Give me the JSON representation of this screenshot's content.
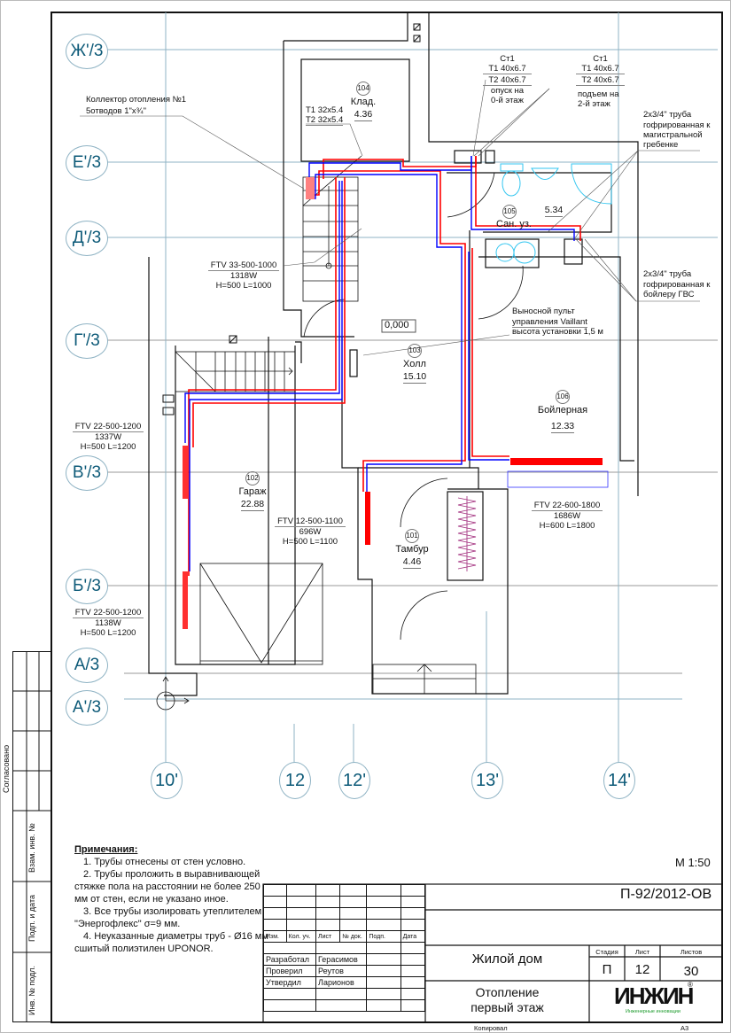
{
  "drawing": {
    "type": "floor-plan-heating",
    "scale": "М 1:50",
    "elevation_mark": "0,000",
    "colors": {
      "supply_pipe": "#ff0000",
      "return_pipe": "#0000ff",
      "grid_axis": "#8fb3c4",
      "axis_text": "#0d5a78",
      "fixtures": "#33c6f0",
      "heater_hatch": "#a0287a",
      "logo_green": "#1a9a2a"
    }
  },
  "grid_axes": {
    "horizontal": [
      "Ж'/3",
      "Е'/3",
      "Д'/3",
      "Г'/3",
      "В'/3",
      "Б'/3",
      "А/3",
      "А'/3"
    ],
    "vertical": [
      "10'",
      "12",
      "12'",
      "13'",
      "14'"
    ]
  },
  "rooms": [
    {
      "num": "101",
      "name": "Тамбур",
      "area": "4.46"
    },
    {
      "num": "102",
      "name": "Гараж",
      "area": "22.88"
    },
    {
      "num": "103",
      "name": "Холл",
      "area": "15.10"
    },
    {
      "num": "104",
      "name": "Клад.",
      "area": "4.36"
    },
    {
      "num": "105",
      "name": "Сан. уз.",
      "area": "5.34"
    },
    {
      "num": "106",
      "name": "Бойлерная",
      "area": "12.33"
    }
  ],
  "annotations": {
    "collector": [
      "Коллектор отопления №1",
      "5отводов 1\"х¾\""
    ],
    "pipes_104": [
      "Т1 32х5.4",
      "Т2 32х5.4"
    ],
    "st1_down": [
      "Ст1",
      "Т1 40х6.7",
      "Т2 40х6.7",
      "опуск на",
      "0-й этаж"
    ],
    "st1_up": [
      "Ст1",
      "Т1 40х6.7",
      "Т2 40х6.7",
      "подъем на",
      "2-й этаж"
    ],
    "corrugated_main": [
      "2х3/4\" труба",
      "гофрированная к",
      "магистральной",
      "гребенке"
    ],
    "corrugated_boiler": [
      "2х3/4\" труба",
      "гофрированная к",
      "бойлеру ГВС"
    ],
    "vaillant": [
      "Выносной пульт",
      "управления Vaillant",
      "высота установки 1,5 м"
    ]
  },
  "radiators": [
    {
      "model": "FTV 33-500-1000",
      "power": "1318W",
      "dims": "H=500 L=1000"
    },
    {
      "model": "FTV 22-500-1200",
      "power": "1337W",
      "dims": "H=500 L=1200"
    },
    {
      "model": "FTV 12-500-1100",
      "power": "696W",
      "dims": "H=500 L=1100"
    },
    {
      "model": "FTV 22-600-1800",
      "power": "1686W",
      "dims": "H=600 L=1800"
    },
    {
      "model": "FTV 22-500-1200",
      "power": "1138W",
      "dims": "H=500 L=1200"
    }
  ],
  "notes": {
    "title": "Примечания:",
    "items": [
      "1. Трубы отнесены от стен условно.",
      "2. Трубы проложить в выравнивающей стяжке  пола на расстоянии не более 250 мм от стен, если не указано иное.",
      "3. Все трубы изолировать утеплителем \"Энергофлекс\" σ=9 мм.",
      "4. Неуказанные диаметры труб - Ø16 мм сшитый полиэтилен UPONOR."
    ]
  },
  "left_strip": {
    "agreed": "Согласовано",
    "inv_replace": "Взам. инв. №",
    "sign_date": "Подп. и дата",
    "inv_orig": "Инв. № подл."
  },
  "title_block": {
    "doc_code": "П-92/2012-ОВ",
    "rev_headers": [
      "Изм.",
      "Кол. уч.",
      "Лист",
      "№ док.",
      "Подп.",
      "Дата"
    ],
    "people": [
      {
        "role": "Разработал",
        "name": "Герасимов"
      },
      {
        "role": "Проверил",
        "name": "Реутов"
      },
      {
        "role": "Утвердил",
        "name": "Ларионов"
      }
    ],
    "object": "Жилой дом",
    "sheet_title_1": "Отопление",
    "sheet_title_2": "первый этаж",
    "stage_label": "Стадия",
    "sheet_label": "Лист",
    "sheets_label": "Листов",
    "stage": "П",
    "sheet": "12",
    "sheets": "30",
    "logo": "ИНЖИН",
    "logo_sub": "Инженерные инновации",
    "copied": "Копировал",
    "format": "А3"
  }
}
